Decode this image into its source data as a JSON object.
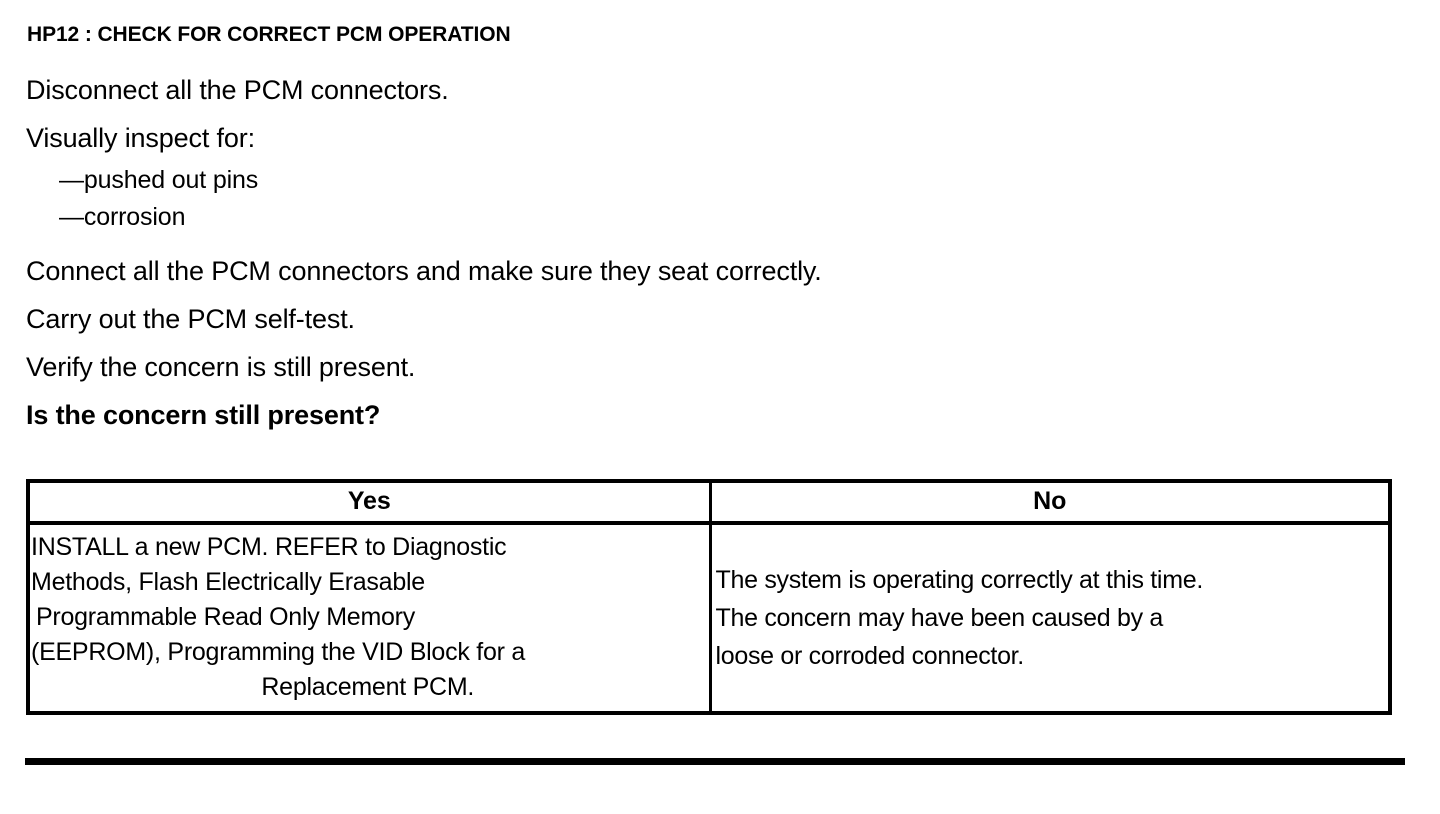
{
  "document": {
    "procedure_id": "HP12",
    "title": "HP12 : CHECK FOR CORRECT PCM OPERATION",
    "steps": [
      {
        "text": "Disconnect all the PCM connectors.",
        "bold": false
      },
      {
        "text": "Visually inspect for:",
        "bold": false
      }
    ],
    "sub_items": [
      "—pushed out pins",
      "—corrosion"
    ],
    "steps_after": [
      {
        "text": "Connect all the PCM connectors and make sure they seat correctly.",
        "bold": false
      },
      {
        "text": "Carry out the PCM self-test.",
        "bold": false
      },
      {
        "text": "Verify the concern is still present.",
        "bold": false
      },
      {
        "text": "Is the concern still present?",
        "bold": true
      }
    ],
    "question": "Is the concern still present?"
  },
  "decision_table": {
    "headers": {
      "yes": "Yes",
      "no": "No"
    },
    "yes_cell": {
      "full_text": "INSTALL a new PCM. REFER to Diagnostic Methods, Flash Electrically Erasable Programmable Read Only Memory (EEPROM), Programming the VID Block for a Replacement PCM.",
      "lines": [
        "INSTALL a new PCM. REFER to Diagnostic",
        "Methods, Flash Electrically Erasable",
        "Programmable Read Only Memory",
        "(EEPROM), Programming the VID Block for a",
        "Replacement PCM."
      ]
    },
    "no_cell": {
      "full_text": "The system is operating correctly at this time. The concern may have been caused by a loose or corroded connector.",
      "lines": [
        "The system is operating correctly at this time.",
        "The concern may have been caused by a",
        "loose or corroded connector."
      ]
    }
  },
  "colors": {
    "text": "#000000",
    "background": "#ffffff",
    "border": "#000000"
  }
}
